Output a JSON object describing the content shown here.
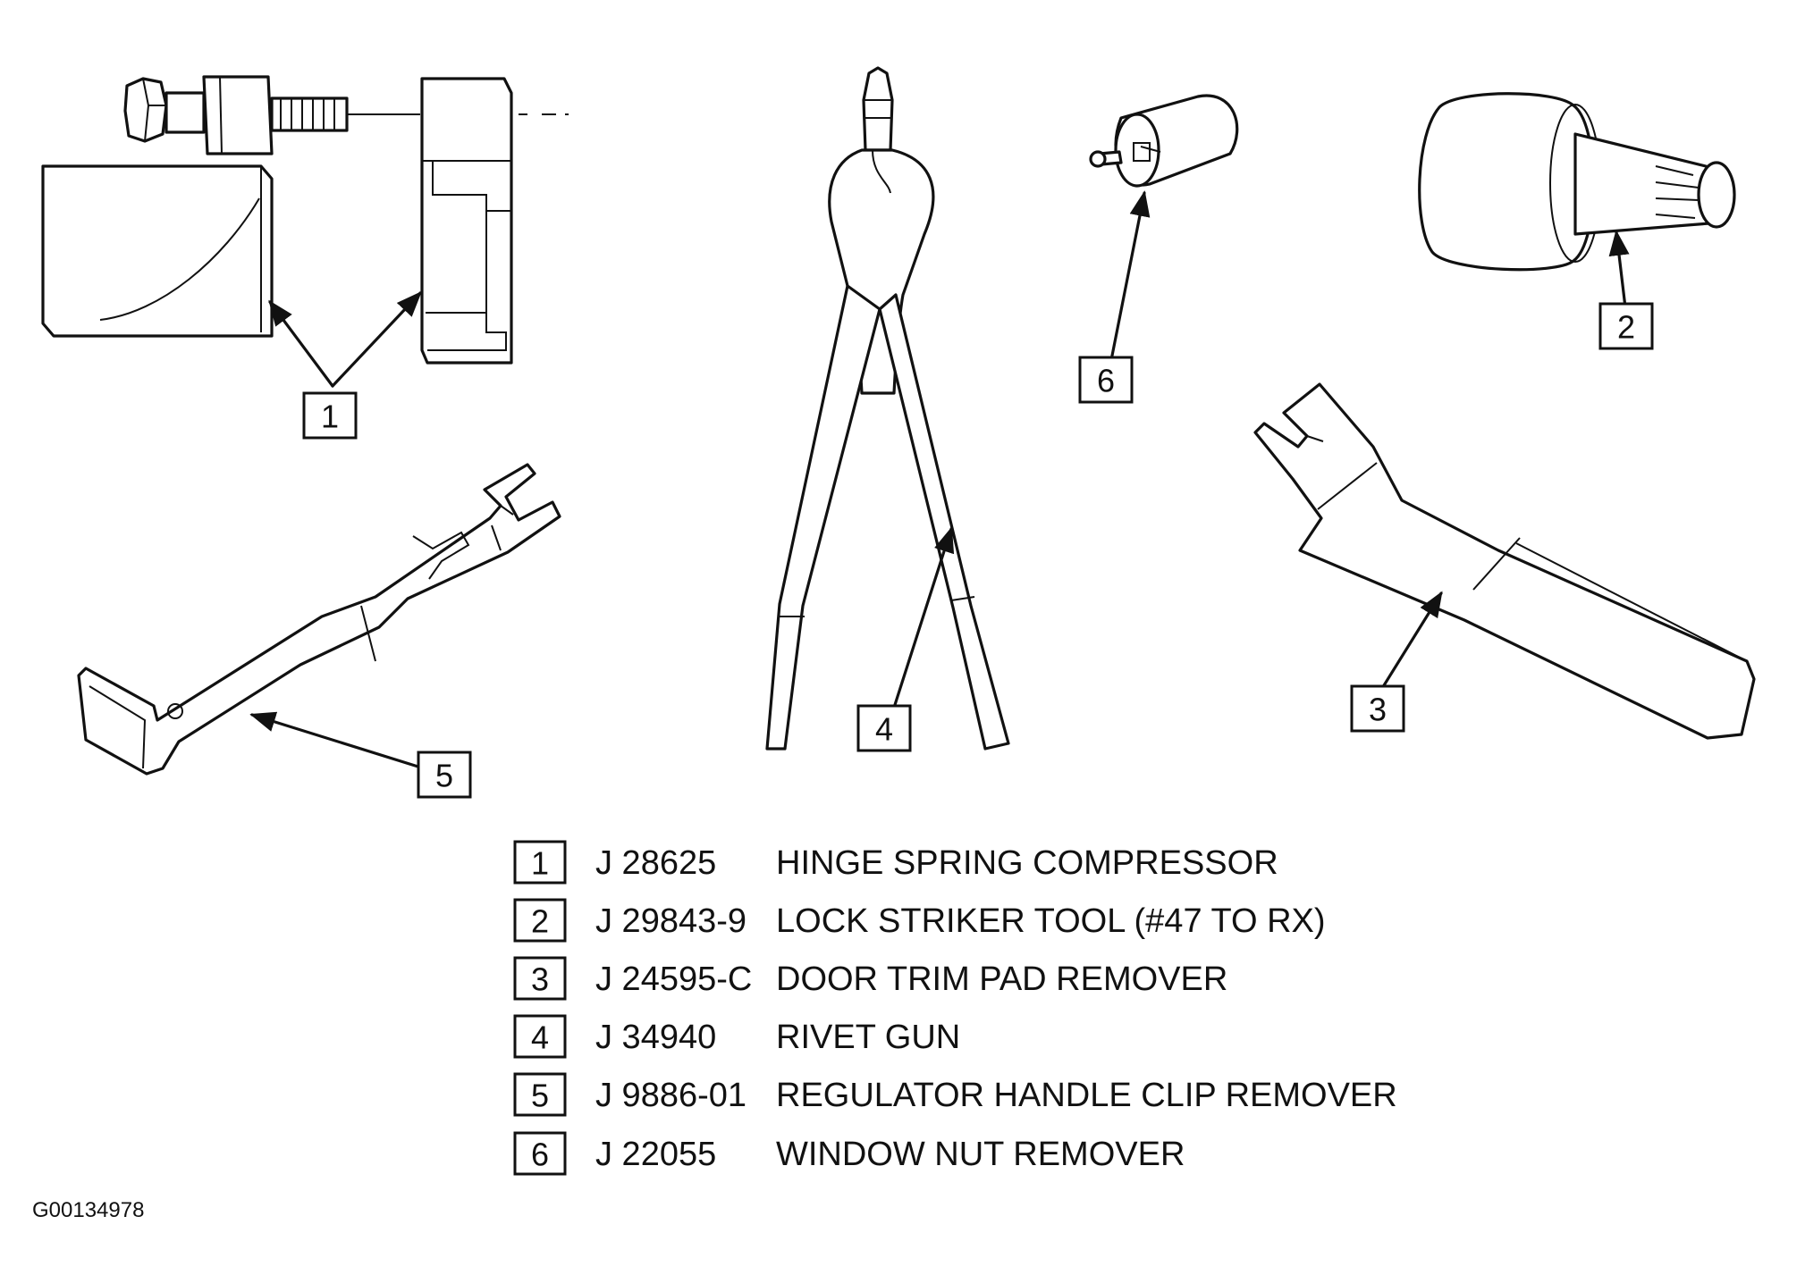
{
  "callouts": [
    "1",
    "2",
    "3",
    "4",
    "5",
    "6"
  ],
  "legend": [
    {
      "num": "1",
      "part": "J 28625",
      "name": "HINGE SPRING COMPRESSOR"
    },
    {
      "num": "2",
      "part": "J 29843-9",
      "name": "LOCK STRIKER TOOL (#47 TO RX)"
    },
    {
      "num": "3",
      "part": "J 24595-C",
      "name": "DOOR TRIM PAD REMOVER"
    },
    {
      "num": "4",
      "part": "J 34940",
      "name": "RIVET GUN"
    },
    {
      "num": "5",
      "part": "J 9886-01",
      "name": "REGULATOR HANDLE CLIP REMOVER"
    },
    {
      "num": "6",
      "part": "J 22055",
      "name": "WINDOW NUT REMOVER"
    }
  ],
  "figure_id": "G00134978"
}
